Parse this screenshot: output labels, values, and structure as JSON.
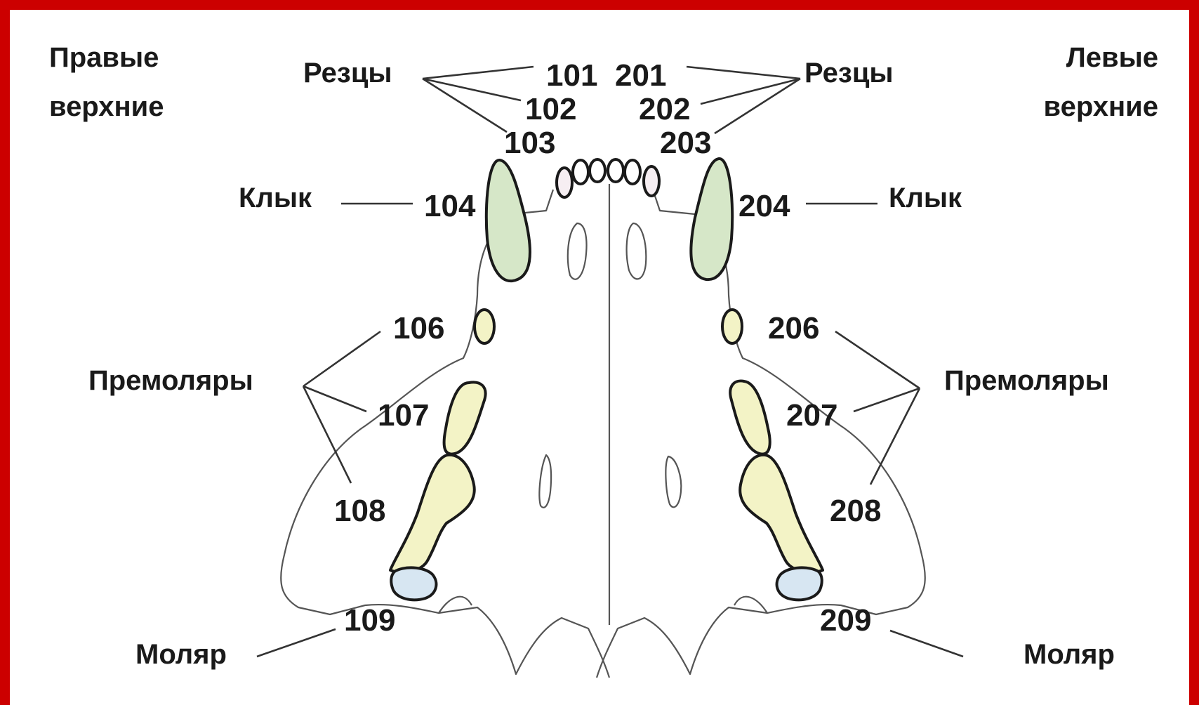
{
  "labels": {
    "right_upper": [
      "Правые",
      "верхние"
    ],
    "left_upper": [
      "Левые",
      "верхние"
    ],
    "incisors_right": "Резцы",
    "incisors_left": "Резцы",
    "canine_right": "Клык",
    "canine_left": "Клык",
    "premolars_right": "Премоляры",
    "premolars_left": "Премоляры",
    "molar_right": "Моляр",
    "molar_left": "Моляр"
  },
  "teeth": {
    "t101": "101",
    "t102": "102",
    "t103": "103",
    "t104": "104",
    "t106": "106",
    "t107": "107",
    "t108": "108",
    "t109": "109",
    "t201": "201",
    "t202": "202",
    "t203": "203",
    "t204": "204",
    "t206": "206",
    "t207": "207",
    "t208": "208",
    "t209": "209"
  },
  "colors": {
    "frame": "#cc0000",
    "canine_fill": "#d6e7c8",
    "premolar_fill": "#f3f3c6",
    "molar_fill": "#d7e6f2",
    "incisor_fill": "#ffffff"
  }
}
